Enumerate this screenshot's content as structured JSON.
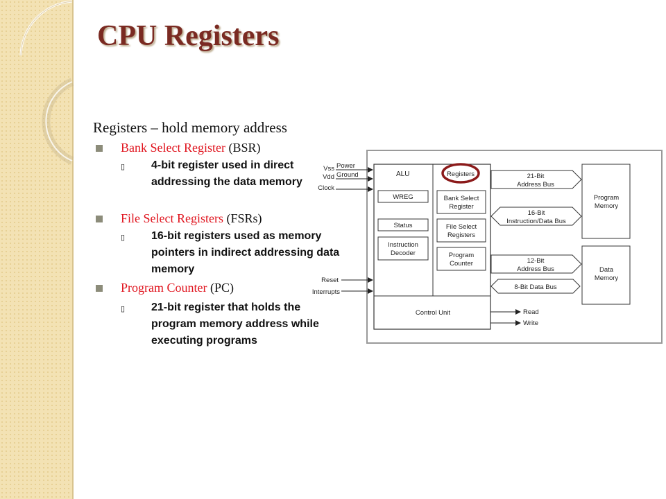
{
  "slide": {
    "title": "CPU Registers"
  },
  "content": {
    "heading": "Registers – hold memory address",
    "bullets": [
      {
        "name": "Bank Select Register",
        "abbr": " (BSR)",
        "sub": [
          "4-bit register used in direct",
          "addressing the data memory"
        ]
      },
      {
        "name": "File Select Registers",
        "abbr": " (FSRs)",
        "sub": [
          "16-bit registers used as memory",
          "pointers in indirect addressing data",
          "memory"
        ]
      },
      {
        "name": "Program Counter",
        "abbr": " (PC)",
        "sub": [
          "21-bit register that holds the",
          "program memory address while",
          "executing programs"
        ]
      }
    ]
  },
  "diagram": {
    "inputs": {
      "vss": "Vss",
      "vdd": "Vdd",
      "power": "Power",
      "ground": "Ground",
      "clock": "Clock",
      "reset": "Reset",
      "interrupts": "Interrupts"
    },
    "alu": "ALU",
    "wreg": "WREG",
    "status": "Status",
    "instruction_decoder": [
      "Instruction",
      "Decoder"
    ],
    "registers": "Registers",
    "bsr": [
      "Bank Select",
      "Register"
    ],
    "fsr": [
      "File Select",
      "Registers"
    ],
    "pc": [
      "Program",
      "Counter"
    ],
    "control_unit": "Control Unit",
    "address_bus_21": [
      "21-Bit",
      "Address Bus"
    ],
    "instruction_data_bus": [
      "16-Bit",
      "Instruction/Data Bus"
    ],
    "address_bus_12": [
      "12-Bit",
      "Address Bus"
    ],
    "data_bus_8": "8-Bit Data Bus",
    "program_memory": [
      "Program",
      "Memory"
    ],
    "data_memory": [
      "Data",
      "Memory"
    ],
    "read": "Read",
    "write": "Write"
  }
}
